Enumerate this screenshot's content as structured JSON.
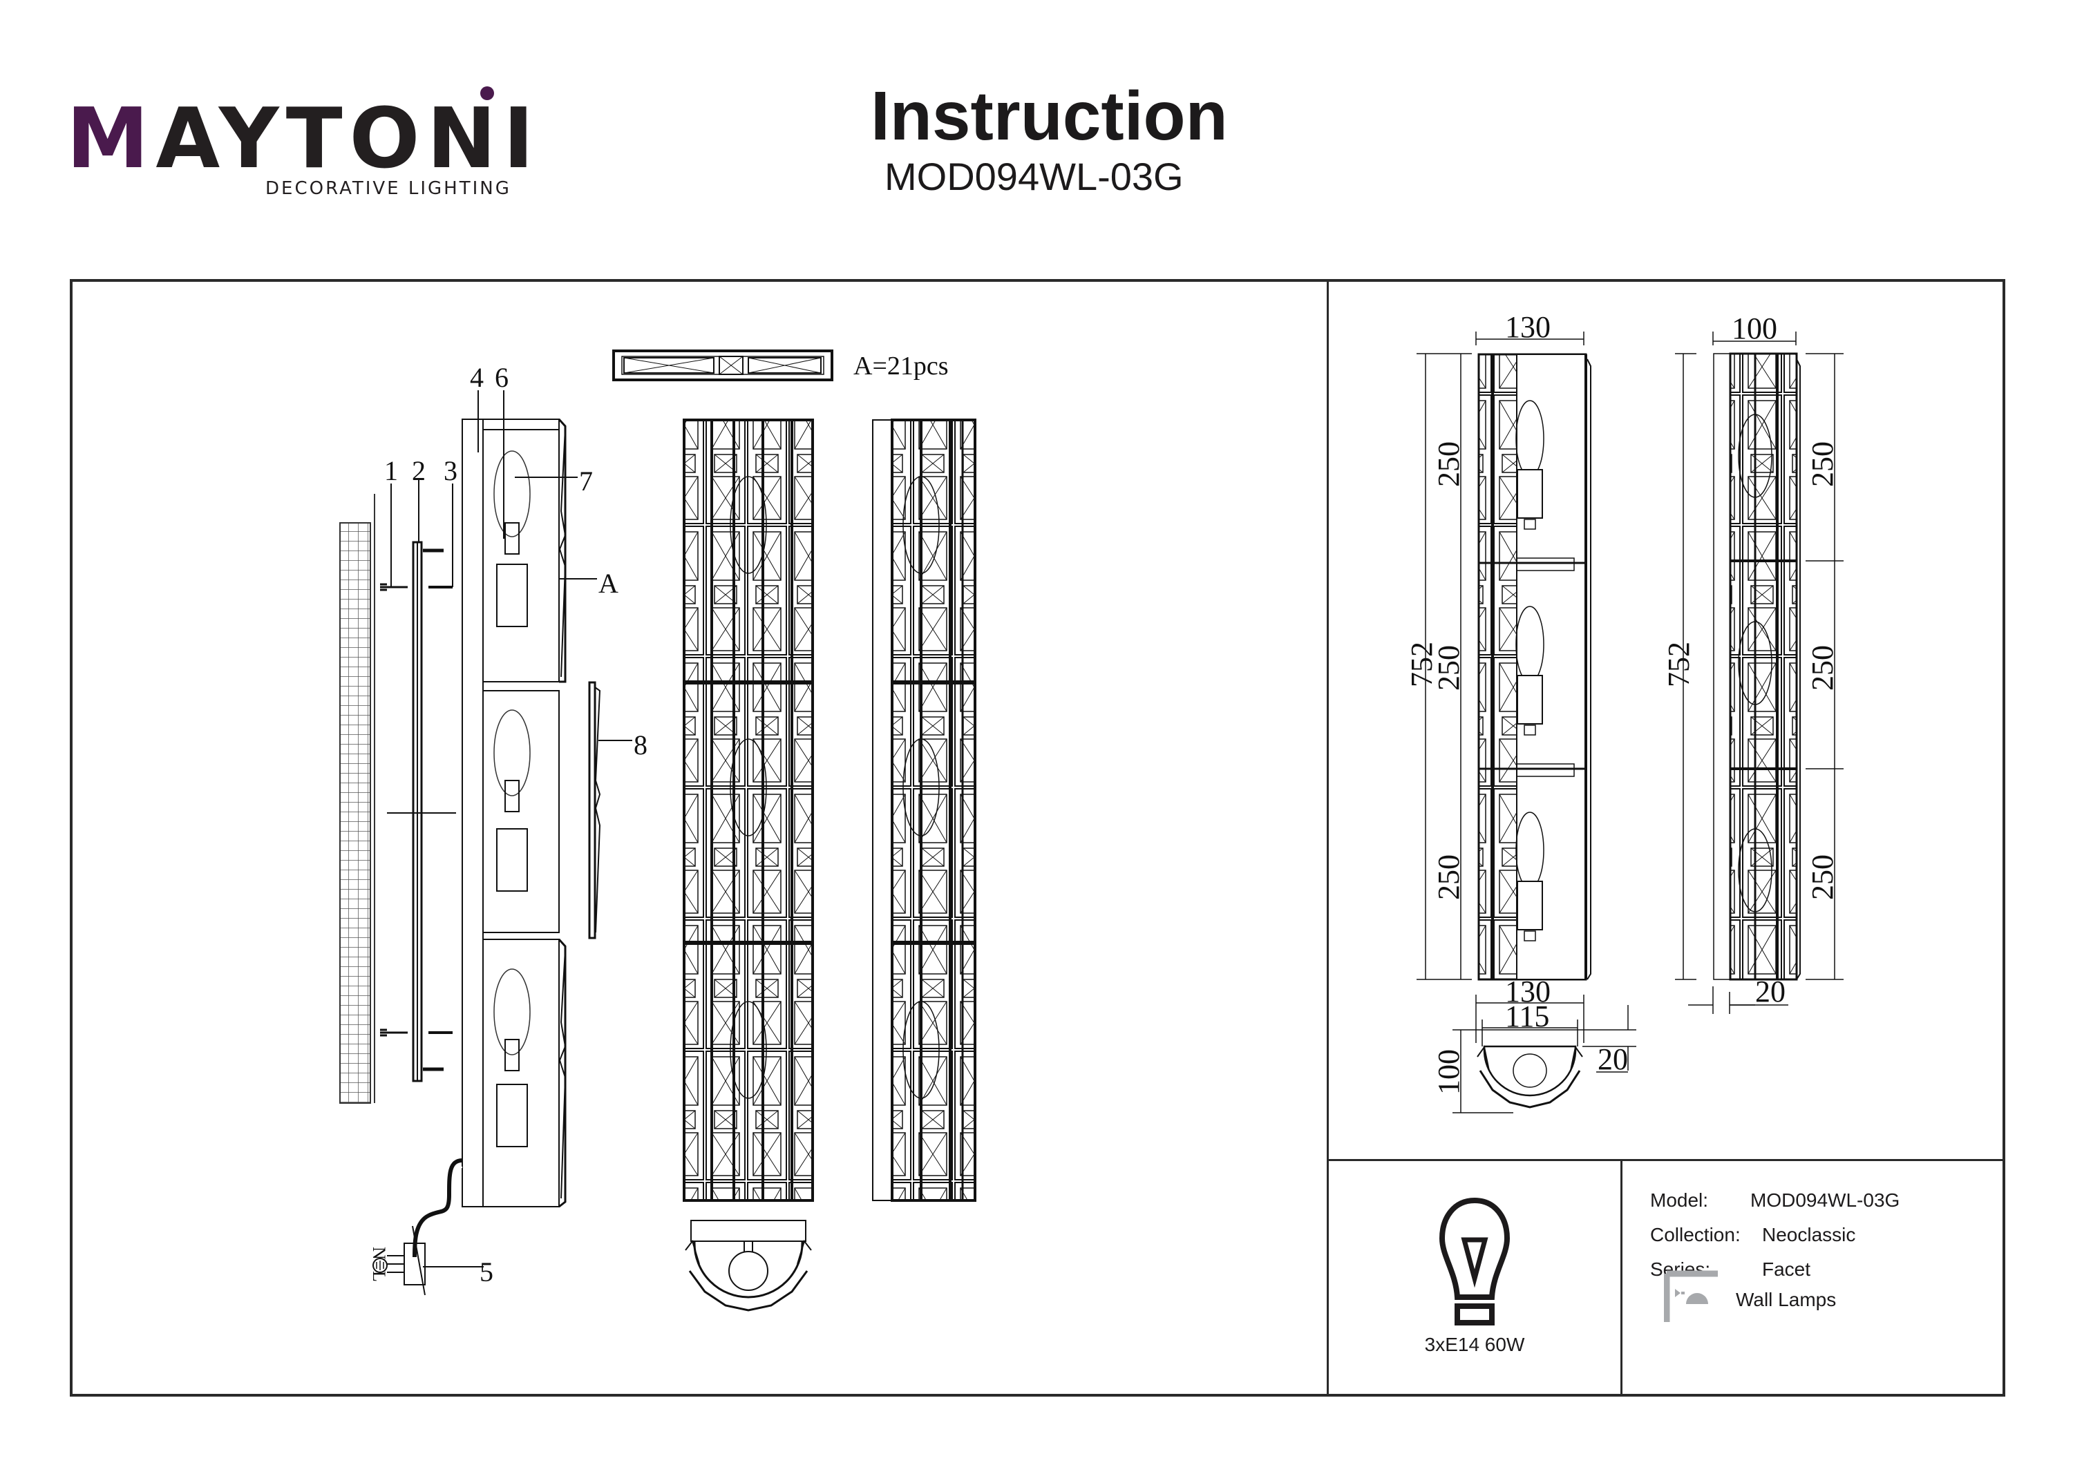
{
  "header": {
    "brand": {
      "name_prefix": "M",
      "name_rest": "AYTON",
      "name_last": "I",
      "tagline": "DECORATIVE LIGHTING",
      "accent_color": "#4a1a4d"
    },
    "title": "Instruction",
    "model_code": "MOD094WL-03G"
  },
  "assembly": {
    "callouts": [
      "1",
      "2",
      "3",
      "4",
      "6",
      "7",
      "A",
      "8",
      "5"
    ],
    "wiring_labels": [
      "N",
      "L"
    ],
    "ground_symbol": "ground-icon",
    "crystal_part": {
      "label": "A=21pcs"
    }
  },
  "dimensions": {
    "front_width_top": "130",
    "side_width_top": "100",
    "total_height_front": "752",
    "total_height_side": "752",
    "section_heights_front": [
      "250",
      "250",
      "250"
    ],
    "section_heights_side": [
      "250",
      "250",
      "250"
    ],
    "side_base_offset": "20",
    "plan_outer_width": "130",
    "plan_inner_width": "115",
    "plan_depth": "100",
    "plan_offset": "20"
  },
  "specs": {
    "power": "3xE14 60W",
    "bulb_icon": "bulb-icon",
    "rows": [
      {
        "label": "Model:",
        "value": "MOD094WL-03G"
      },
      {
        "label": "Collection:",
        "value": "Neoclassic"
      },
      {
        "label": "Series:",
        "value": "Facet"
      }
    ],
    "category_icon": "wall-lamp-icon",
    "category": "Wall Lamps",
    "category_icon_color": "#a7a9ac"
  }
}
